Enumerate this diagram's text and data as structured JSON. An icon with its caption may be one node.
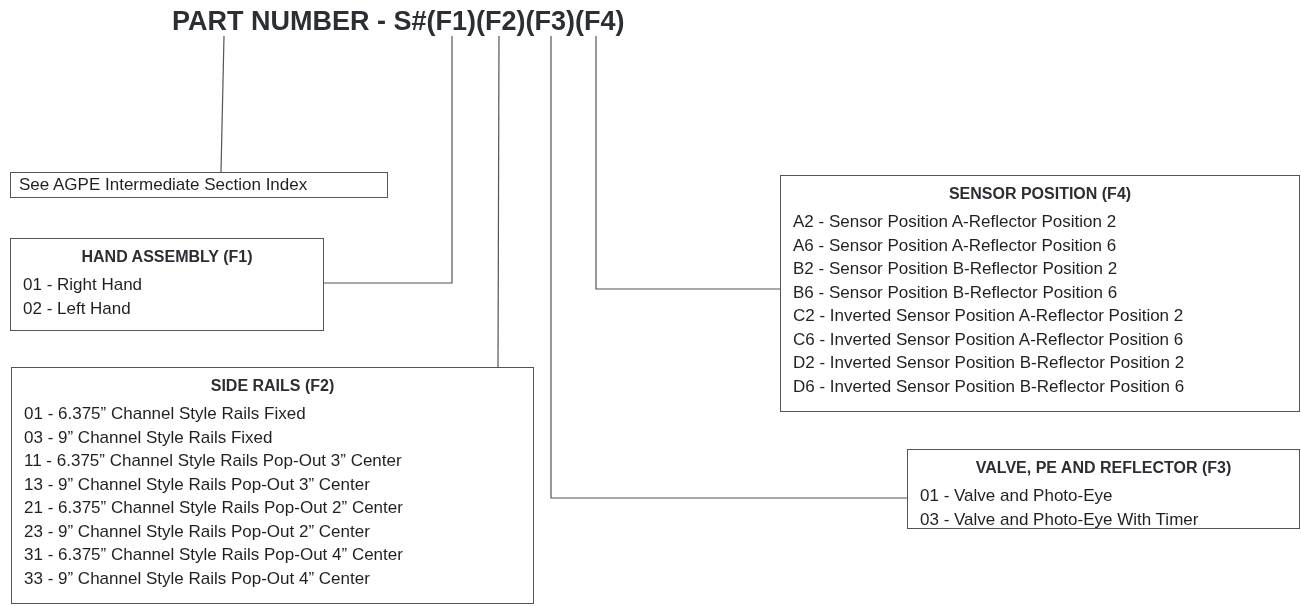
{
  "diagram": {
    "nodes": [
      {
        "text": [
          "PART NUMBER - S#(F1)(F2)(F3)(F4)"
        ]
      },
      {
        "text": [
          "See AGPE Intermediate Section Index"
        ]
      },
      {
        "text": [
          "HAND ASSEMBLY (F1)",
          "01 - Right Hand",
          "02 - Left Hand"
        ]
      },
      {
        "text": [
          "SIDE RAILS (F2)",
          "01 - 6.375” Channel Style Rails Fixed",
          "03 - 9” Channel Style Rails Fixed",
          "11 - 6.375” Channel Style Rails Pop-Out 3” Center",
          "13 - 9” Channel Style Rails Pop-Out 3” Center",
          "21 - 6.375” Channel Style Rails Pop-Out 2” Center",
          "23 - 9” Channel Style Rails Pop-Out 2” Center",
          "31 - 6.375” Channel Style Rails Pop-Out 4” Center",
          "33 - 9” Channel Style Rails Pop-Out 4” Center"
        ]
      },
      {
        "text": [
          "SENSOR POSITION (F4)",
          "A2 - Sensor Position A-Reflector Position 2",
          "A6 - Sensor Position A-Reflector Position 6",
          "B2 - Sensor Position B-Reflector Position 2",
          "B6 - Sensor Position B-Reflector Position 6",
          "C2 - Inverted Sensor Position A-Reflector Position 2",
          "C6 - Inverted Sensor Position A-Reflector Position 6",
          "D2 - Inverted Sensor Position B-Reflector Position 2",
          "D6 - Inverted Sensor Position B-Reflector Position 6"
        ]
      },
      {
        "text": [
          "VALVE, PE AND REFLECTOR (F3)",
          "01 - Valve and Photo-Eye",
          "03 - Valve and Photo-Eye With Timer"
        ]
      }
    ],
    "edges": [
      {
        "from": 0,
        "to": 1,
        "arrow": "none"
      },
      {
        "from": 0,
        "to": 2,
        "arrow": "none"
      },
      {
        "from": 0,
        "to": 3,
        "arrow": "none"
      },
      {
        "from": 0,
        "to": 5,
        "arrow": "none"
      },
      {
        "from": 0,
        "to": 4,
        "arrow": "none"
      }
    ]
  }
}
